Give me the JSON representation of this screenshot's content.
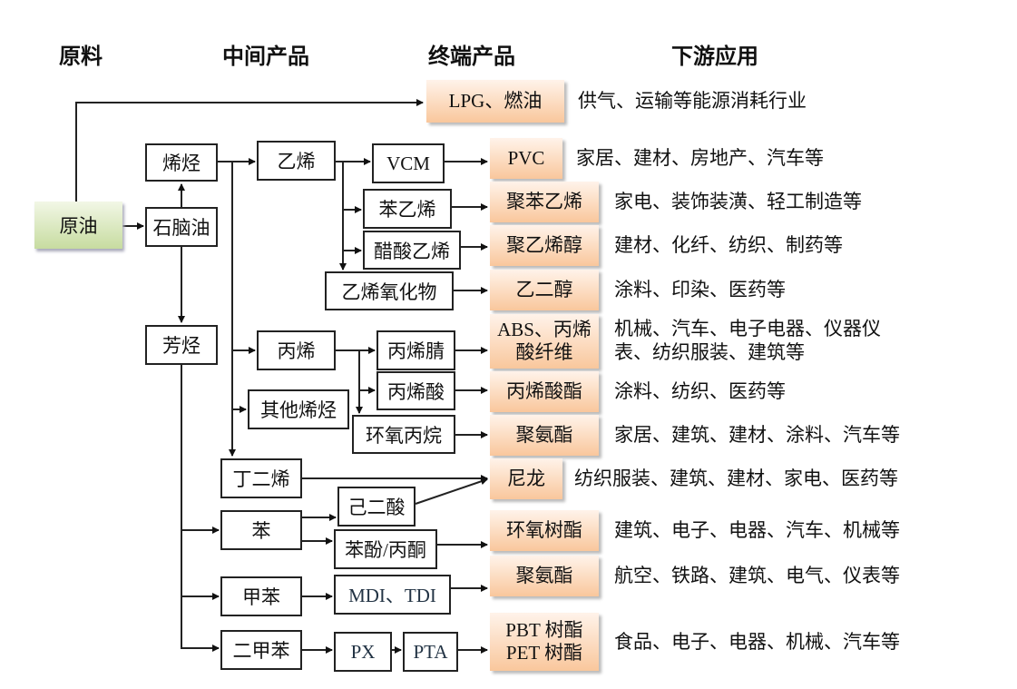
{
  "headers": {
    "raw": "原料",
    "intermediate": "中间产品",
    "terminal": "终端产品",
    "downstream": "下游应用"
  },
  "raw": {
    "crude_oil": "原油",
    "naphtha": "石脑油",
    "olefins": "烯烃",
    "aromatics": "芳烃"
  },
  "intermediate": {
    "ethylene": "乙烯",
    "vcm": "VCM",
    "styrene": "苯乙烯",
    "vinyl_acetate": "醋酸乙烯",
    "ethylene_oxide": "乙烯氧化物",
    "propylene": "丙烯",
    "acrylonitrile": "丙烯腈",
    "acrylic_acid": "丙烯酸",
    "other_olefins": "其他烯烃",
    "propylene_oxide": "环氧丙烷",
    "butadiene": "丁二烯",
    "adipic_acid": "己二酸",
    "benzene": "苯",
    "phenol_acetone": "苯酚/丙酮",
    "toluene": "甲苯",
    "mdi_tdi": "MDI、TDI",
    "xylene": "二甲苯",
    "px": "PX",
    "pta": "PTA"
  },
  "terminal": [
    {
      "label": "LPG、燃油",
      "use": "供气、运输等能源消耗行业"
    },
    {
      "label": "PVC",
      "use": "家居、建材、房地产、汽车等"
    },
    {
      "label": "聚苯乙烯",
      "use": "家电、装饰装潢、轻工制造等"
    },
    {
      "label": "聚乙烯醇",
      "use": "建材、化纤、纺织、制药等"
    },
    {
      "label": "乙二醇",
      "use": "涂料、印染、医药等"
    },
    {
      "label": "ABS、丙烯",
      "label2": "酸纤维",
      "use": "机械、汽车、电子电器、仪器仪",
      "use2": "表、纺织服装、建筑等"
    },
    {
      "label": "丙烯酸酯",
      "use": "涂料、纺织、医药等"
    },
    {
      "label": "聚氨酯",
      "use": "家居、建筑、建材、涂料、汽车等"
    },
    {
      "label": "尼龙",
      "use": "纺织服装、建筑、建材、家电、医药等"
    },
    {
      "label": "环氧树酯",
      "use": "建筑、电子、电器、汽车、机械等"
    },
    {
      "label": "聚氨酯",
      "use": "航空、铁路、建筑、电气、仪表等"
    },
    {
      "label": "PBT 树酯",
      "label2": "PET 树酯",
      "use": "食品、电子、电器、机械、汽车等"
    }
  ]
}
